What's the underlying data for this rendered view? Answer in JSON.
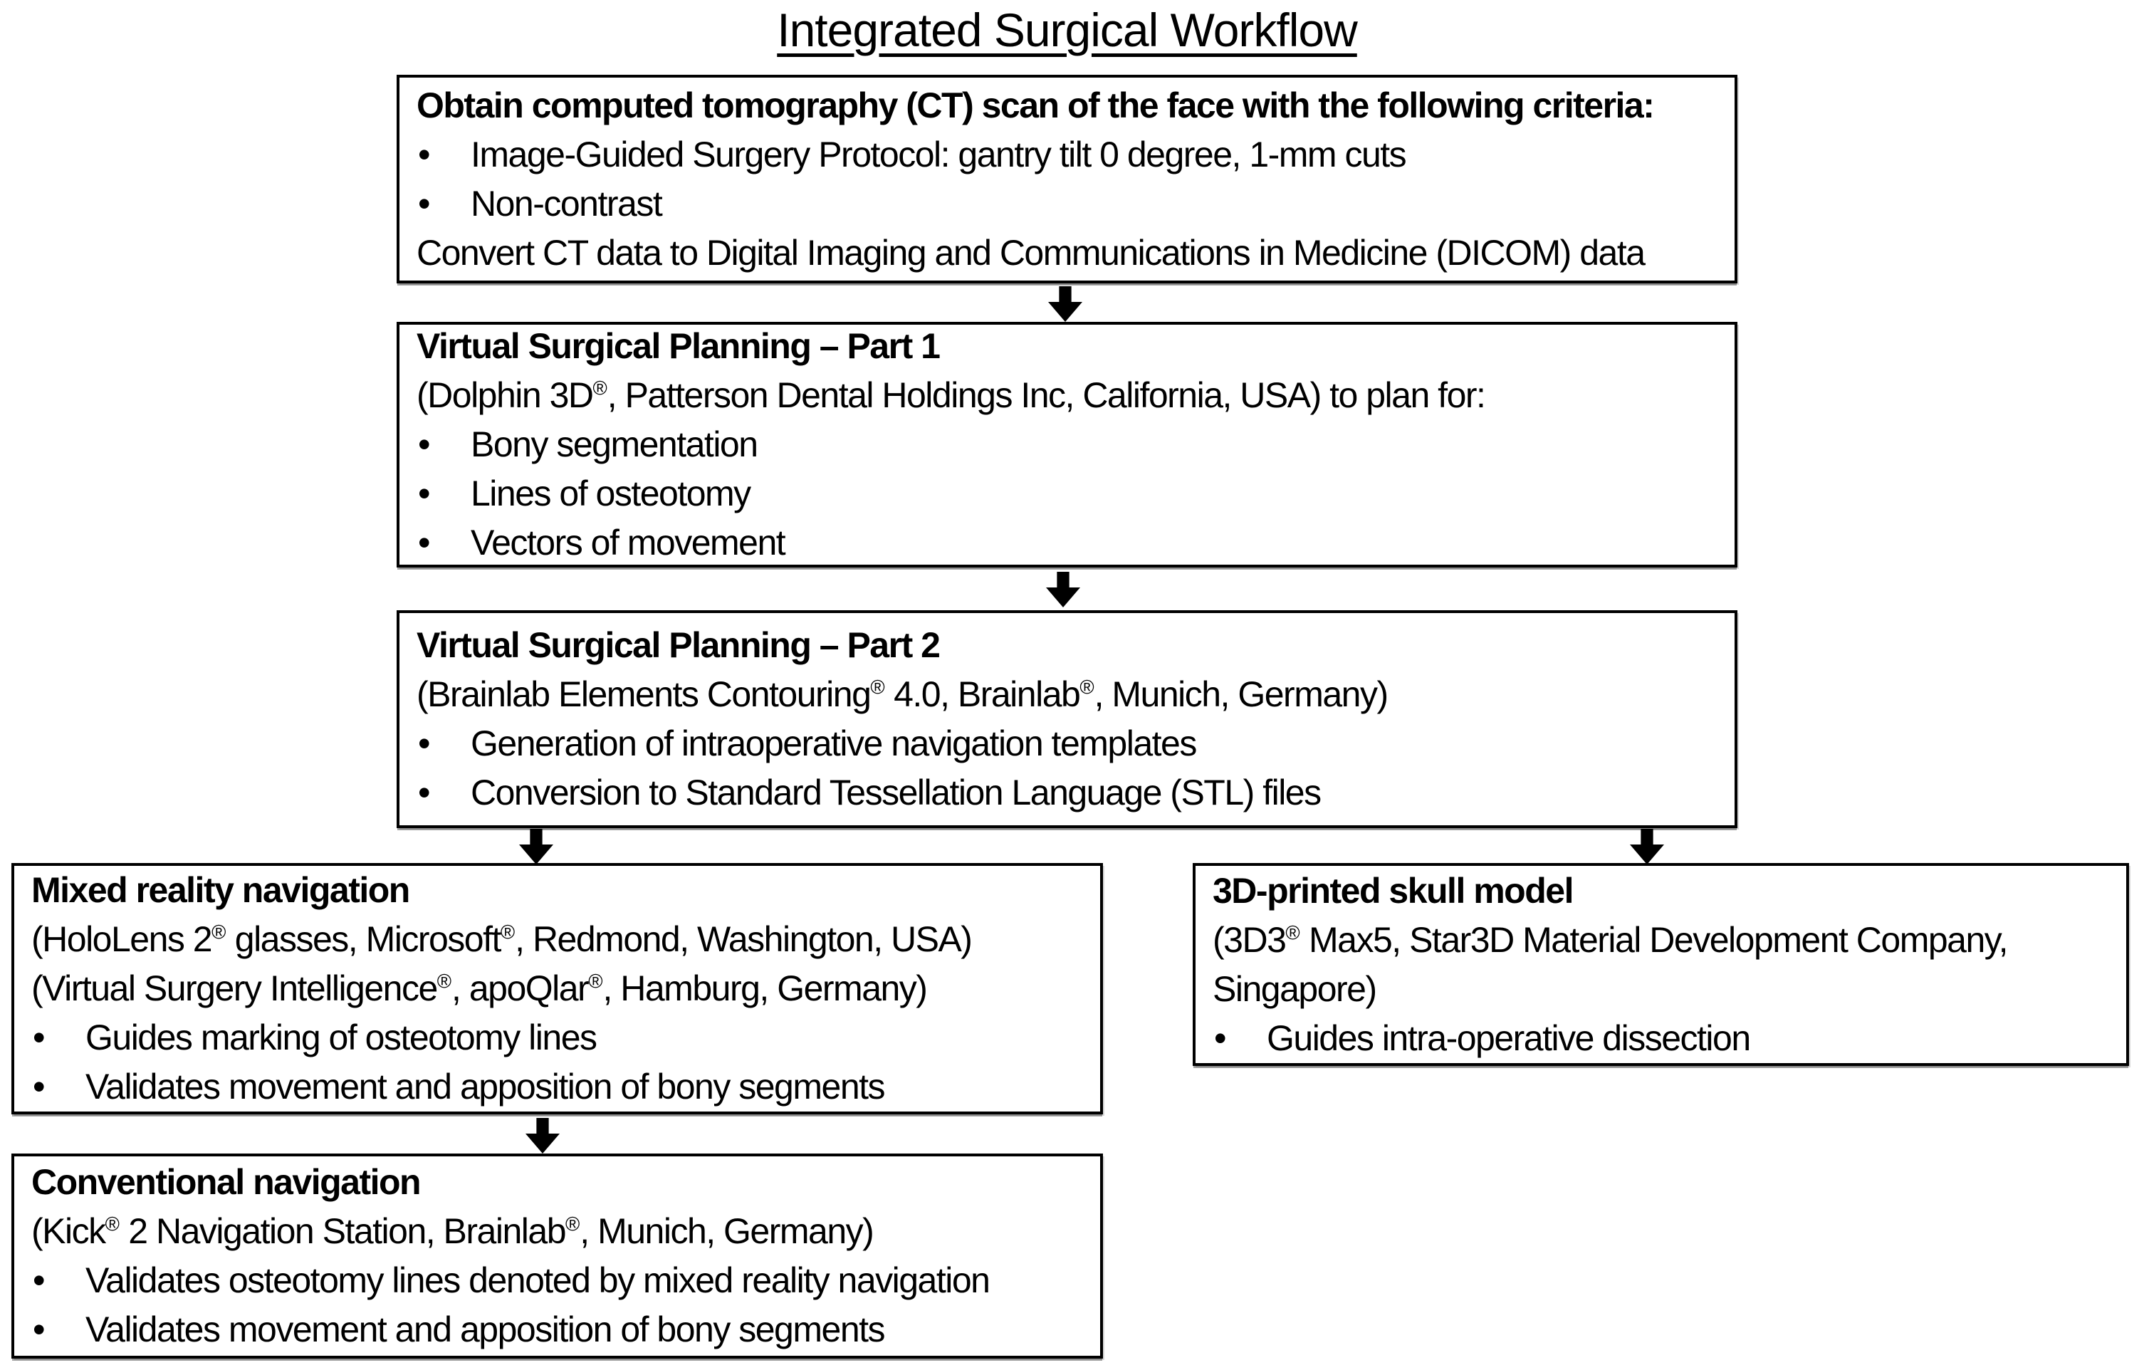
{
  "title": "Integrated Surgical Workflow",
  "colors": {
    "background": "#ffffff",
    "box_border": "#000000",
    "text": "#000000",
    "arrow": "#000000"
  },
  "boxes": {
    "ct_scan": {
      "header": "Obtain computed tomography (CT) scan of the face with the following criteria:",
      "bullets": [
        "Image-Guided Surgery Protocol: gantry tilt 0 degree, 1-mm cuts",
        "Non-contrast"
      ],
      "footer": "Convert CT data to Digital Imaging and Communications in Medicine (DICOM) data"
    },
    "vsp_part1": {
      "header": "Virtual Surgical Planning – Part 1",
      "subheader": "(Dolphin 3D®, Patterson Dental Holdings Inc, California, USA) to plan for:",
      "bullets": [
        "Bony segmentation",
        "Lines of osteotomy",
        "Vectors of movement"
      ]
    },
    "vsp_part2": {
      "header": "Virtual Surgical Planning – Part 2",
      "subheader": "(Brainlab Elements Contouring® 4.0, Brainlab®, Munich, Germany)",
      "bullets": [
        "Generation of intraoperative navigation templates",
        "Conversion to Standard Tessellation Language (STL) files"
      ]
    },
    "mixed_reality": {
      "header": "Mixed reality navigation",
      "subheader_lines": [
        "(HoloLens 2® glasses, Microsoft®, Redmond, Washington, USA)",
        "(Virtual Surgery Intelligence®, apoQlar®, Hamburg, Germany)"
      ],
      "bullets": [
        "Guides marking of osteotomy lines",
        "Validates movement and apposition of bony segments"
      ]
    },
    "skull_model": {
      "header": "3D-printed skull model",
      "subheader_lines": [
        "(3D3® Max5, Star3D Material Development Company,",
        "Singapore)"
      ],
      "bullets": [
        "Guides intra-operative dissection"
      ]
    },
    "conventional": {
      "header": "Conventional navigation",
      "subheader": "(Kick® 2 Navigation Station, Brainlab®, Munich, Germany)",
      "bullets": [
        "Validates osteotomy lines denoted by mixed reality navigation",
        "Validates movement and apposition of bony segments"
      ]
    }
  }
}
